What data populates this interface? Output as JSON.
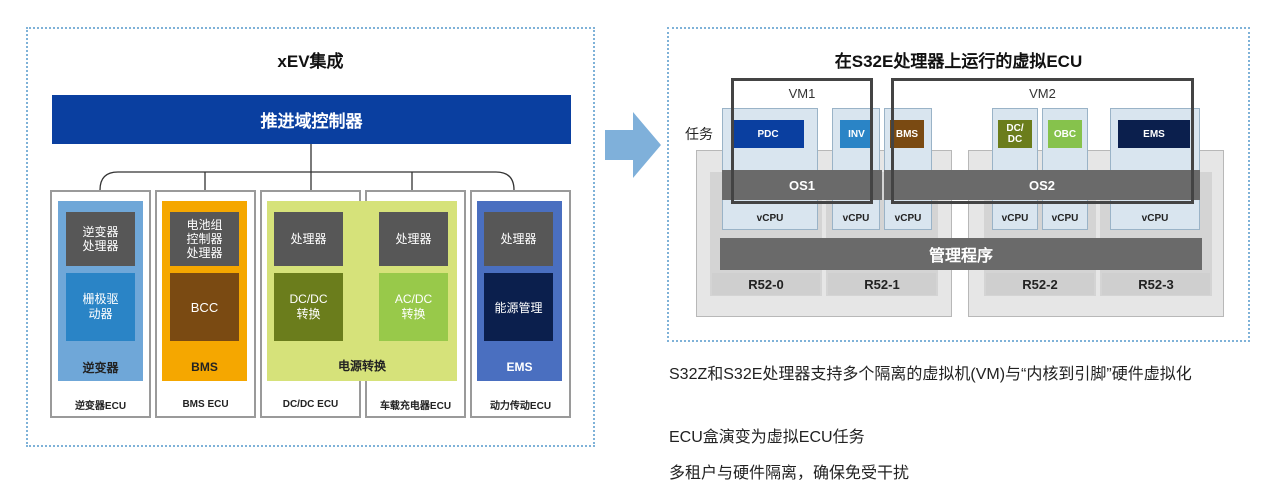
{
  "left_panel": {
    "title": "xEV集成",
    "controller": "推进域控制器",
    "ecus": [
      {
        "label": "逆变器ECU",
        "group": "逆变器",
        "top_box": "逆变器\n处理器",
        "bottom_box": "栅极驱\n动器"
      },
      {
        "label": "BMS ECU",
        "group": "BMS",
        "top_box": "电池组\n控制器\n处理器",
        "bottom_box": "BCC"
      },
      {
        "label": "DC/DC ECU",
        "top_box": "处理器",
        "bottom_box": "DC/DC\n转换"
      },
      {
        "label": "车载充电器ECU",
        "top_box": "处理器",
        "bottom_box": "AC/DC\n转换"
      },
      {
        "label": "动力传动ECU",
        "group": "EMS",
        "top_box": "处理器",
        "bottom_box": "能源管理"
      }
    ],
    "shared_group": "电源转换"
  },
  "right_panel": {
    "title": "在S32E处理器上运行的虚拟ECU",
    "vm1": "VM1",
    "vm2": "VM2",
    "tasks_label": "任务",
    "tasks": [
      "PDC",
      "INV",
      "BMS",
      "DC/\nDC",
      "OBC",
      "EMS"
    ],
    "os1": "OS1",
    "os2": "OS2",
    "vcpu": "vCPU",
    "hypervisor": "管理程序",
    "cores": [
      "R52-0",
      "R52-1",
      "R52-2",
      "R52-3"
    ]
  },
  "bullets": [
    "S32Z和S32E处理器支持多个隔离的虚拟机(VM)与“内核到引脚”硬件虚拟化",
    "ECU盒演变为虚拟ECU任务",
    "多租户与硬件隔离，确保免受干扰"
  ],
  "colors": {
    "controller": "#0a3fa0",
    "inverter": "#6fa7d8",
    "inverter_box": "#2a84c6",
    "bms": "#f5a700",
    "bms_box": "#7a4a12",
    "power_conv": "#d6e27a",
    "dcdc_box": "#6b7d1c",
    "acdc_box": "#98c94a",
    "ems": "#4a6fc0",
    "ems_box": "#0b1f4d",
    "pdc": "#0a3fa0",
    "inv": "#2a84c6",
    "obc": "#86c24c"
  }
}
